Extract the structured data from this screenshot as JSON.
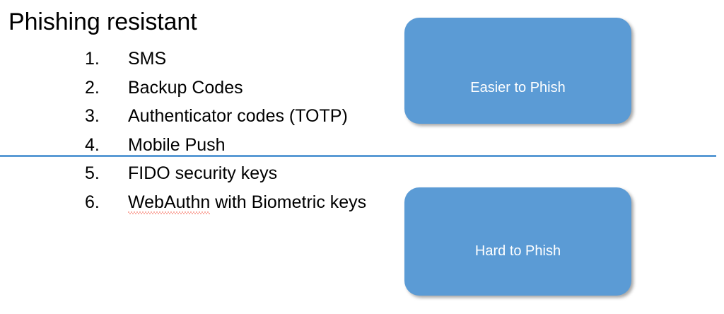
{
  "slide": {
    "title": "Phishing resistant",
    "background_color": "#ffffff",
    "accent_color": "#5b9bd5",
    "text_color": "#000000",
    "spellcheck_underline_color": "#f4604f"
  },
  "list": {
    "items": [
      {
        "number": "1.",
        "label": "SMS"
      },
      {
        "number": "2.",
        "label": "Backup Codes"
      },
      {
        "number": "3.",
        "label": "Authenticator codes (TOTP)"
      },
      {
        "number": "4.",
        "label": "Mobile Push"
      },
      {
        "number": "5.",
        "label": "FIDO security keys"
      },
      {
        "number": "6.",
        "label_misspelled": "WebAuthn",
        "label_rest": " with Biometric keys"
      }
    ]
  },
  "divider": {
    "color": "#5b9bd5"
  },
  "boxes": [
    {
      "label": "Easier to Phish",
      "fill": "#5b9bd5",
      "text_color": "#ffffff"
    },
    {
      "label": "Hard to Phish",
      "fill": "#5b9bd5",
      "text_color": "#ffffff"
    }
  ]
}
